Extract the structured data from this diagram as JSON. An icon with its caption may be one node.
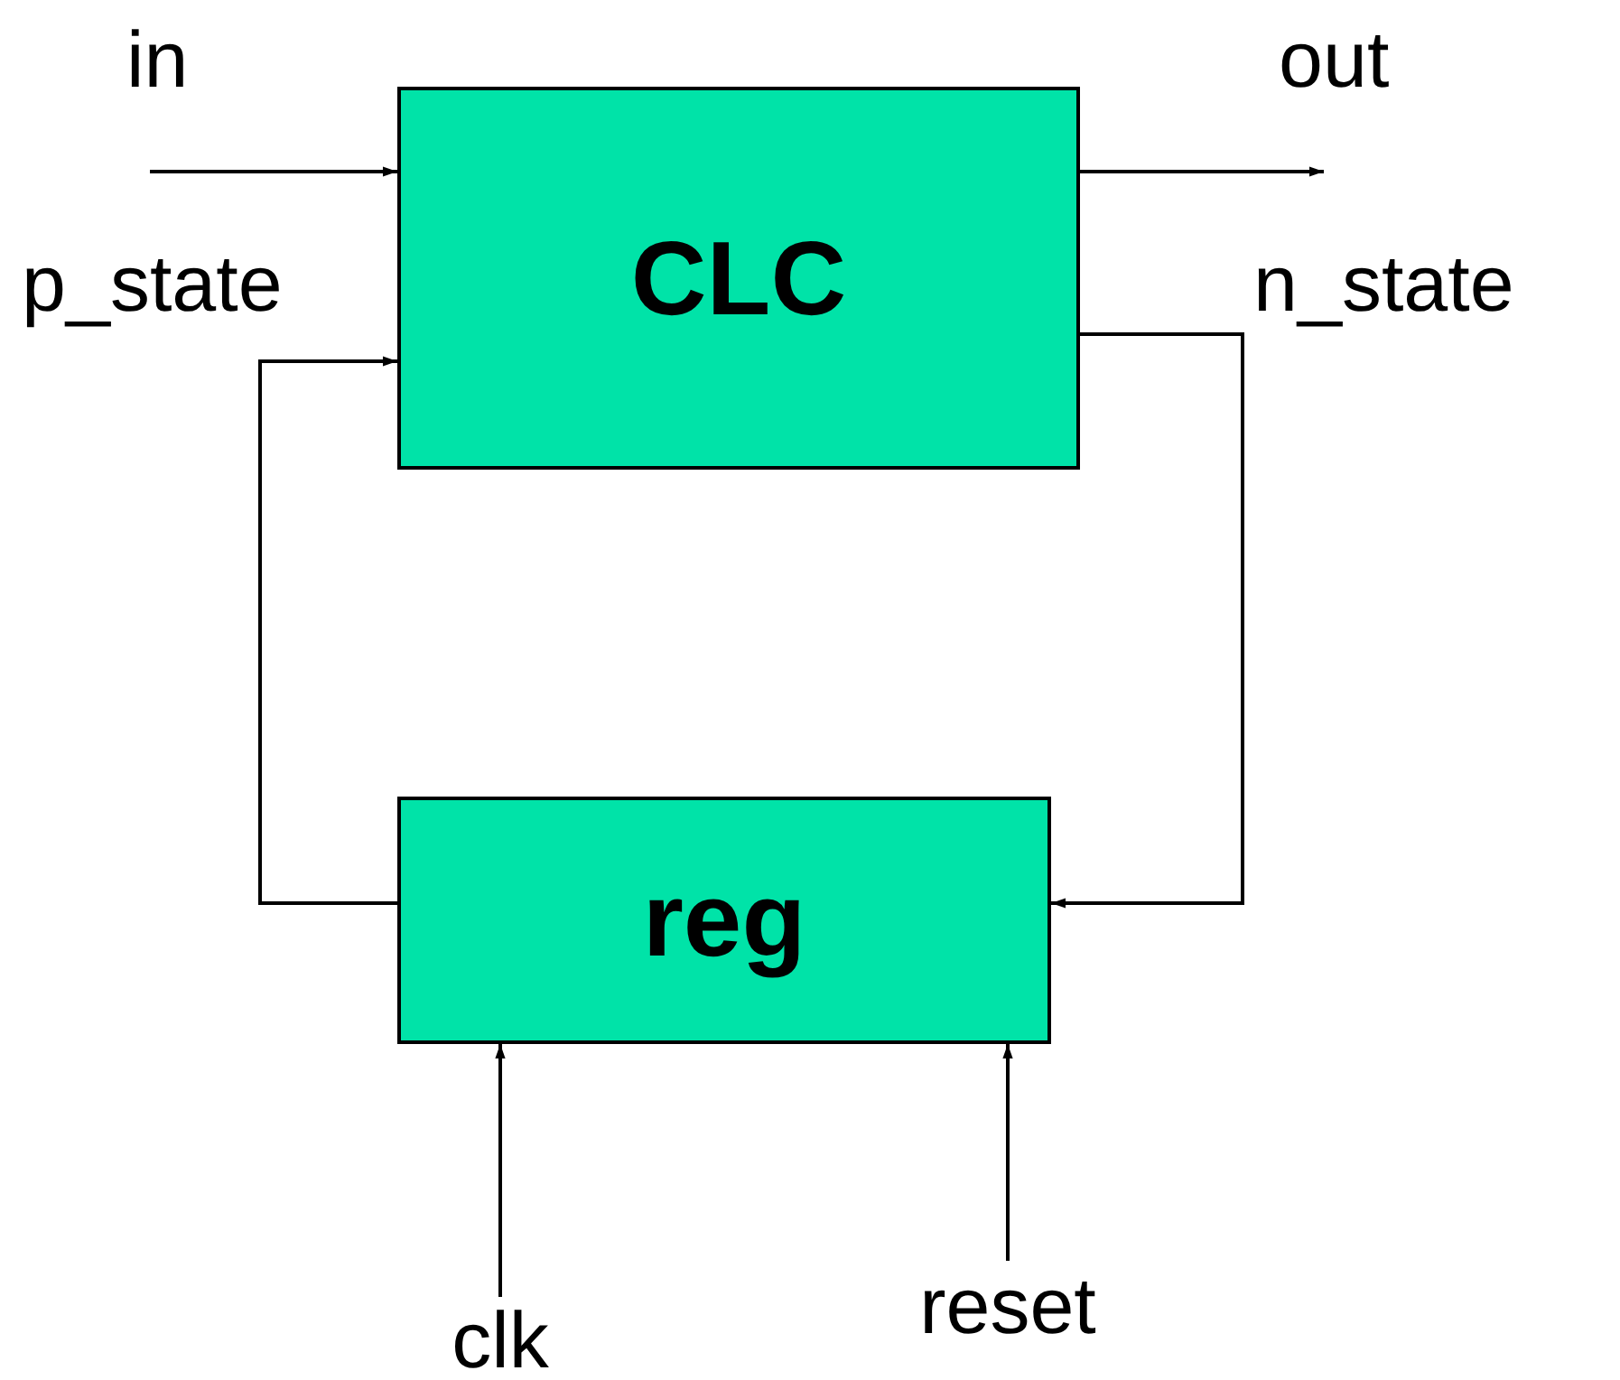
{
  "diagram": {
    "nodes": [
      {
        "text": [
          "CLC"
        ]
      },
      {
        "text": [
          "reg"
        ]
      },
      {
        "text": [
          "clk"
        ]
      },
      {
        "text": [
          "reset"
        ]
      }
    ],
    "edges": [
      {
        "from": null,
        "to": 0,
        "arrow": "to",
        "label": "in"
      },
      {
        "from": 0,
        "to": null,
        "arrow": "to",
        "label": "out"
      },
      {
        "from": 0,
        "to": 1,
        "arrow": "to",
        "label": "n_state"
      },
      {
        "from": 1,
        "to": 0,
        "arrow": "to",
        "label": "p_state"
      },
      {
        "from": 2,
        "to": 1,
        "arrow": "to"
      },
      {
        "from": 3,
        "to": 1,
        "arrow": "to"
      }
    ]
  }
}
